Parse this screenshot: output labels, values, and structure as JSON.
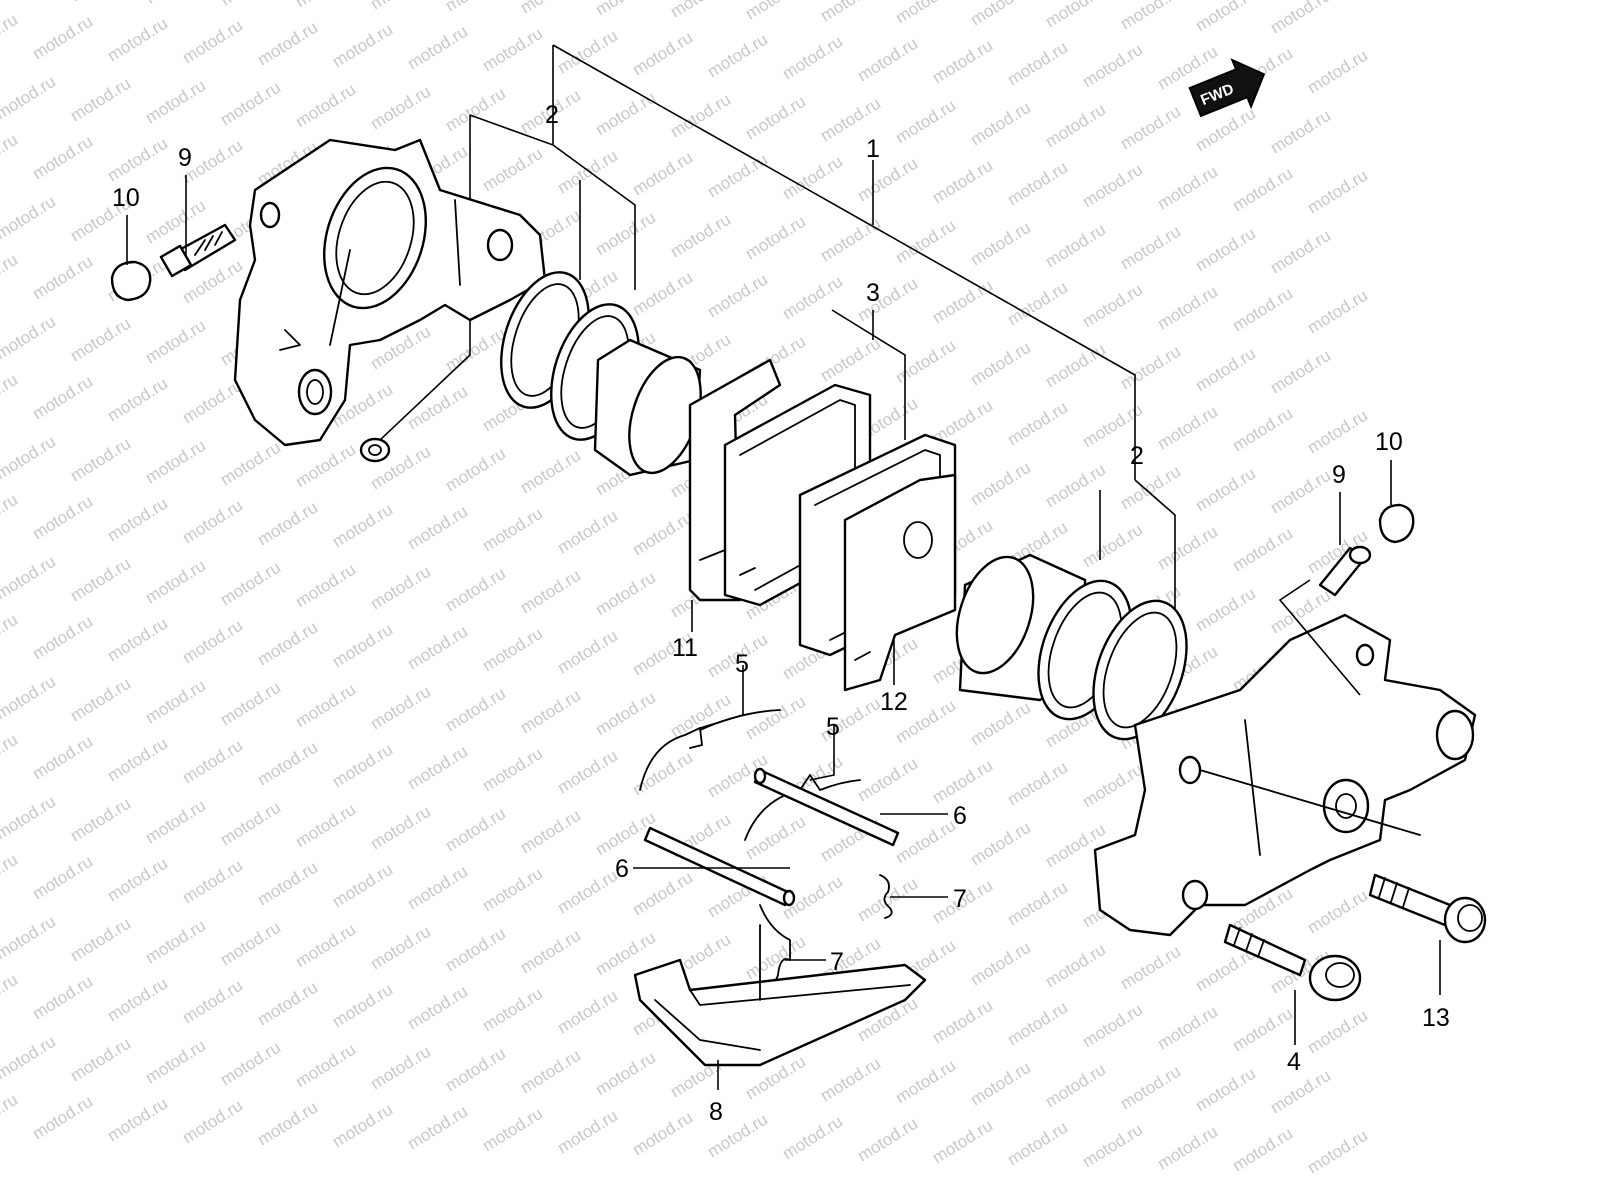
{
  "watermark": {
    "text": "motod.ru"
  },
  "direction_badge": {
    "text": "FWD"
  },
  "callouts": {
    "c1": "1",
    "c2a": "2",
    "c2b": "2",
    "c3": "3",
    "c4": "4",
    "c5a": "5",
    "c5b": "5",
    "c6a": "6",
    "c6b": "6",
    "c7a": "7",
    "c7b": "7",
    "c8": "8",
    "c9a": "9",
    "c9b": "9",
    "c10a": "10",
    "c10b": "10",
    "c11": "11",
    "c12": "12",
    "c13": "13"
  },
  "colors": {
    "line": "#000000",
    "watermark": "#c8c8c8",
    "background": "#ffffff"
  }
}
